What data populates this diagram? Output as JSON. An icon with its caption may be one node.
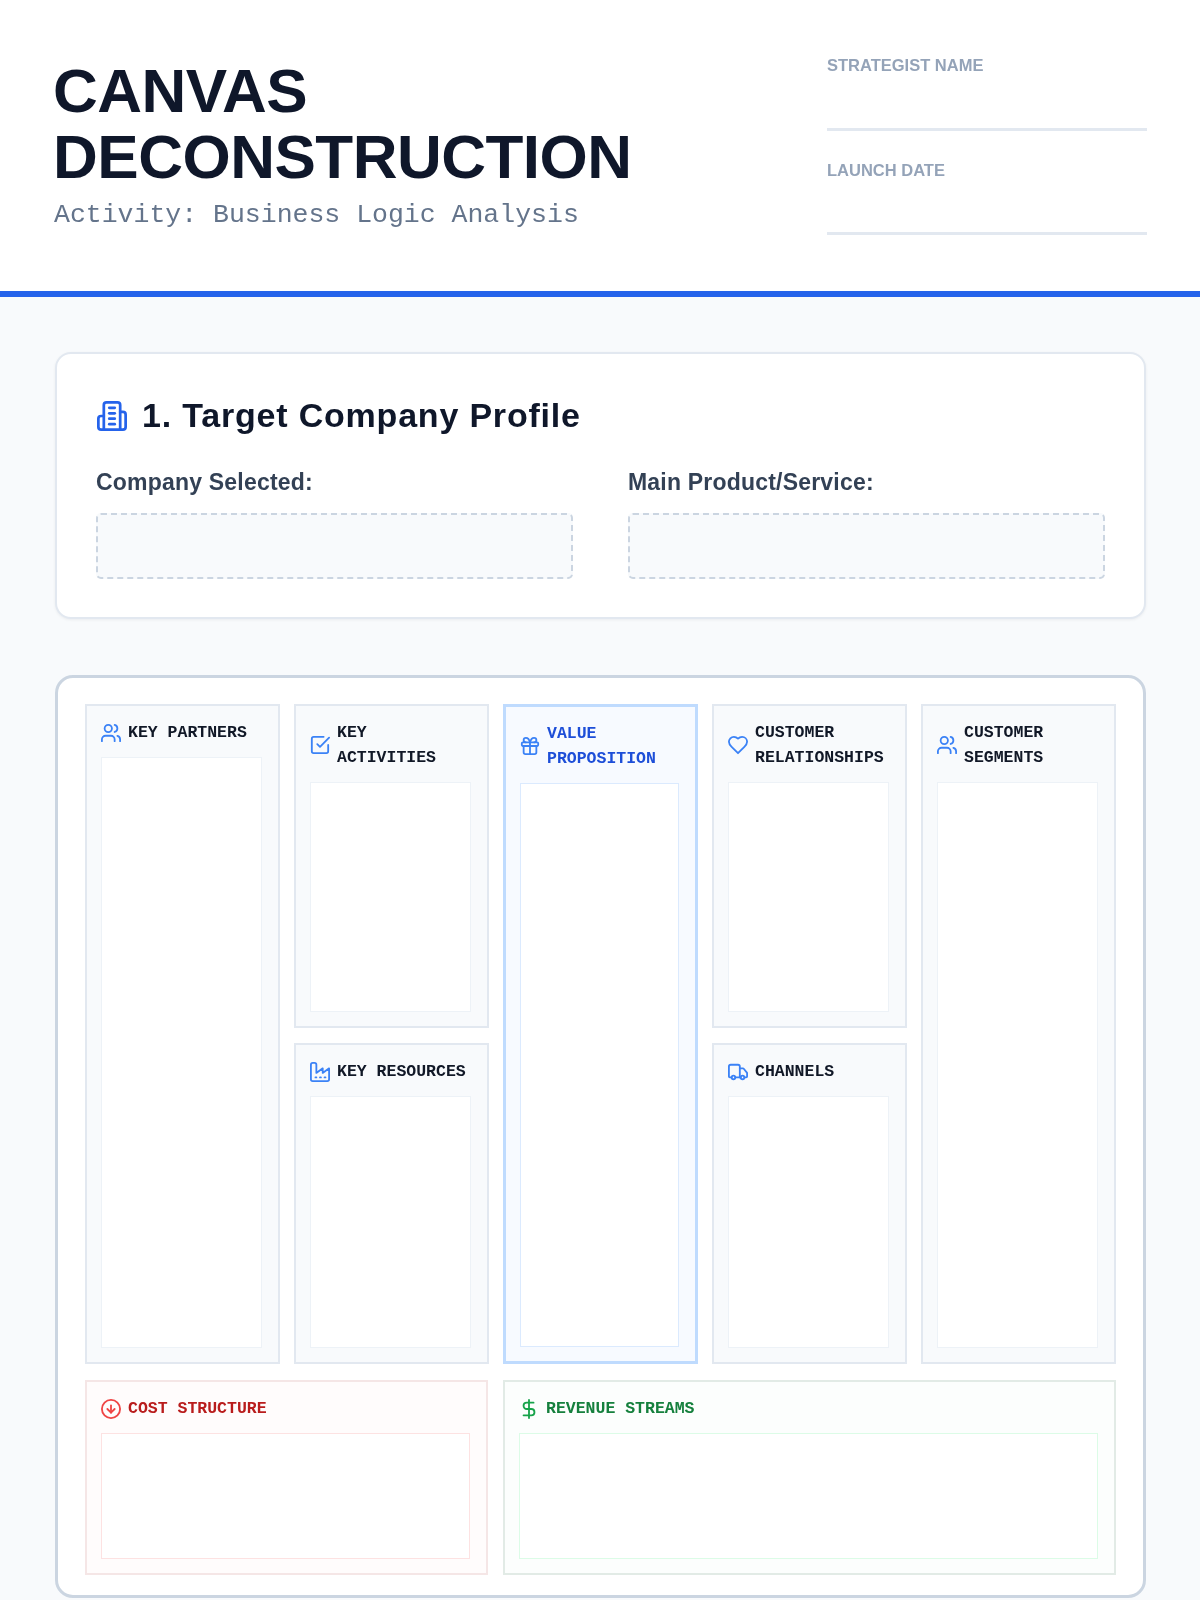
{
  "diagram": {
    "title": "CANVAS DECONSTRUCTION",
    "nodes": [
      {
        "text": [
          "1. Target Company Profile",
          "Company Selected:",
          "Main Product/Service:"
        ]
      },
      {
        "text": [],
        "shape": "box"
      },
      {
        "text": [
          "KEY PARTNERS"
        ],
        "in": 1
      },
      {
        "text": [
          "KEY ACTIVITIES"
        ],
        "in": 1
      },
      {
        "text": [
          "VALUE PROPOSITION"
        ],
        "in": 1
      },
      {
        "text": [
          "CUSTOMER RELATIONSHIPS"
        ],
        "in": 1
      },
      {
        "text": [
          "CUSTOMER SEGMENTS"
        ],
        "in": 1
      },
      {
        "text": [
          "KEY RESOURCES"
        ],
        "in": 1
      },
      {
        "text": [
          "CHANNELS"
        ],
        "in": 1
      },
      {
        "text": [
          "COST STRUCTURE"
        ],
        "in": 1
      },
      {
        "text": [
          "REVENUE STREAMS"
        ],
        "in": 1
      }
    ],
    "labels": [
      "Activity: Business Logic Analysis",
      "STRATEGIST NAME",
      "LAUNCH DATE"
    ]
  }
}
